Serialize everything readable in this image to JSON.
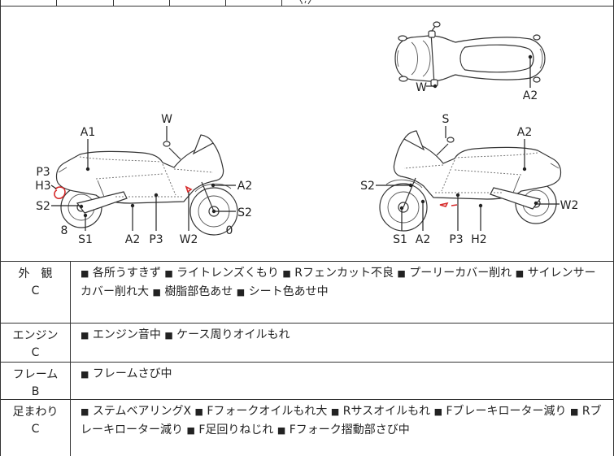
{
  "bullet": "■",
  "diagram": {
    "top_view": {
      "labels": [
        "W",
        "A2"
      ]
    },
    "left_side_view": {
      "labels": [
        "A1",
        "W",
        "P3",
        "H3",
        "S2",
        "A2",
        "S2",
        "8",
        "0",
        "S1",
        "A2",
        "P3",
        "W2"
      ]
    },
    "right_side_view": {
      "labels": [
        "S",
        "A2",
        "S2",
        "W2",
        "S1",
        "A2",
        "P3",
        "H2"
      ]
    }
  },
  "sections": [
    {
      "name": "外　観",
      "grade": "C",
      "items": [
        "各所うすきず",
        "ライトレンズくもり",
        "Rフェンカット不良",
        "プーリーカバー削れ",
        "サイレンサーカバー削れ大",
        "樹脂部色あせ",
        "シート色あせ中"
      ]
    },
    {
      "name": "エンジン",
      "grade": "C",
      "items": [
        "エンジン音中",
        "ケース周りオイルもれ"
      ]
    },
    {
      "name": "フレーム",
      "grade": "B",
      "items": [
        "フレームさび中"
      ]
    },
    {
      "name": "足まわり",
      "grade": "C",
      "items": [
        "ステムベアリングX",
        "Fフォークオイルもれ大",
        "Rサスオイルもれ",
        "Fブレーキローター減り",
        "Rブレーキローター減り",
        "F足回りねじれ",
        "Fフォーク摺動部さび中"
      ]
    }
  ],
  "colors": {
    "line": "#333333",
    "text": "#222222",
    "defect_mark": "#d62a2a"
  }
}
